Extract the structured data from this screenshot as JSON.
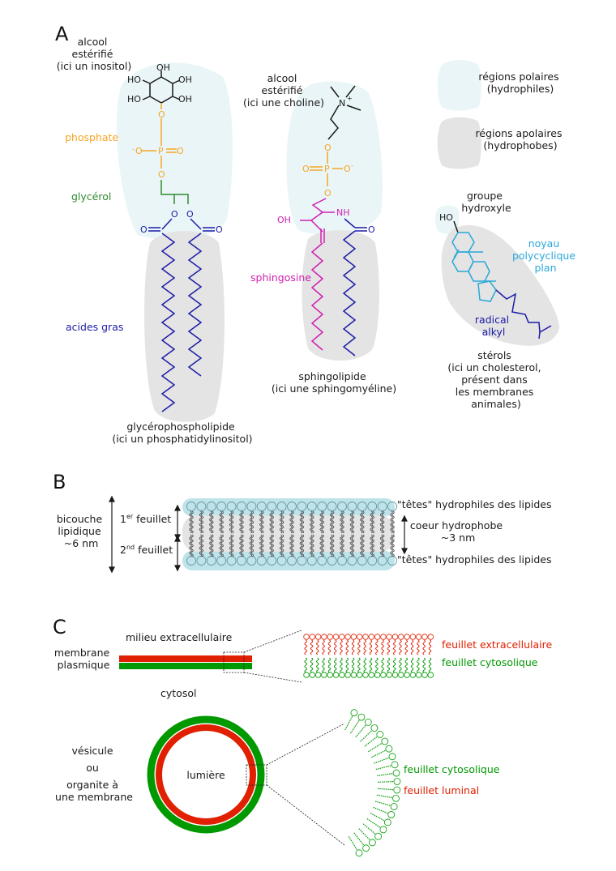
{
  "panels": {
    "a": "A",
    "b": "B",
    "c": "C"
  },
  "colors": {
    "polar_region": "#eaf5f8",
    "apolar_region": "#e4e4e4",
    "black": "#1a1a1a",
    "phosphate": "#f5a623",
    "glycerol": "#2e8b2e",
    "fatty_acid": "#1c1ca8",
    "sphingosine": "#d020b0",
    "sterol_core": "#2aa8d8",
    "alkyl": "#1c1ca8",
    "head_blue": "#bfe3ea",
    "extracellular_red": "#e02000",
    "cytosolic_green": "#009900"
  },
  "panel_a": {
    "pi_alcohol": [
      "alcool",
      "estérifié",
      "(ici un inositol)"
    ],
    "phosphate_label": "phosphate",
    "glycerol_label": "glycérol",
    "fatty_acids_label": "acides gras",
    "glycerophospholipid": [
      "glycérophospholipide",
      "(ici un phosphatidylinositol)"
    ],
    "choline_alcohol": [
      "alcool",
      "estérifié",
      "(ici une choline)"
    ],
    "sphingosine_label": "sphingosine",
    "sphingolipid": [
      "sphingolipide",
      "(ici une sphingomyéline)"
    ],
    "legend": [
      {
        "lines": [
          "régions polaires",
          "(hydrophiles)"
        ],
        "kind": "polar"
      },
      {
        "lines": [
          "régions apolaires",
          "(hydrophobes)"
        ],
        "kind": "apolar"
      }
    ],
    "hydroxyl_group": [
      "groupe",
      "hydroxyle"
    ],
    "polycyclic_core": [
      "noyau",
      "polycyclique",
      "plan"
    ],
    "alkyl_radical": [
      "radical",
      "alkyl"
    ],
    "sterols": [
      "stérols",
      "(ici un cholesterol,",
      "présent dans",
      "les membranes",
      "animales)"
    ],
    "atoms": {
      "oh": "OH",
      "ho": "HO",
      "o": "O",
      "p": "P",
      "o_minus": "O",
      "minus": "-",
      "n": "N",
      "plus": "+",
      "nh": "NH"
    }
  },
  "panel_b": {
    "bilayer": [
      "bicouche",
      "lipidique",
      "~6 nm"
    ],
    "leaflet1_main": "1",
    "leaflet1_sup": "er",
    "leaflet1_rest": " feuillet",
    "leaflet2_main": "2",
    "leaflet2_sup": "nd",
    "leaflet2_rest": " feuillet",
    "heads_top": "\"têtes\"  hydrophiles des lipides",
    "heads_bottom": "\"têtes\"  hydrophiles des lipides",
    "core": [
      "coeur hydrophobe",
      "~3 nm"
    ]
  },
  "panel_c": {
    "extracellular_medium": "milieu extracellulaire",
    "plasma_membrane": [
      "membrane",
      "plasmique"
    ],
    "cytosol": "cytosol",
    "extracellular_leaflet": "feuillet extracellulaire",
    "cytosolic_leaflet": "feuillet cytosolique",
    "vesicle": [
      "vésicule",
      "ou",
      "organite à",
      "une membrane"
    ],
    "lumen": "lumière",
    "cytosolic_leaflet_2": "feuillet cytosolique",
    "luminal_leaflet": "feuillet luminal"
  }
}
